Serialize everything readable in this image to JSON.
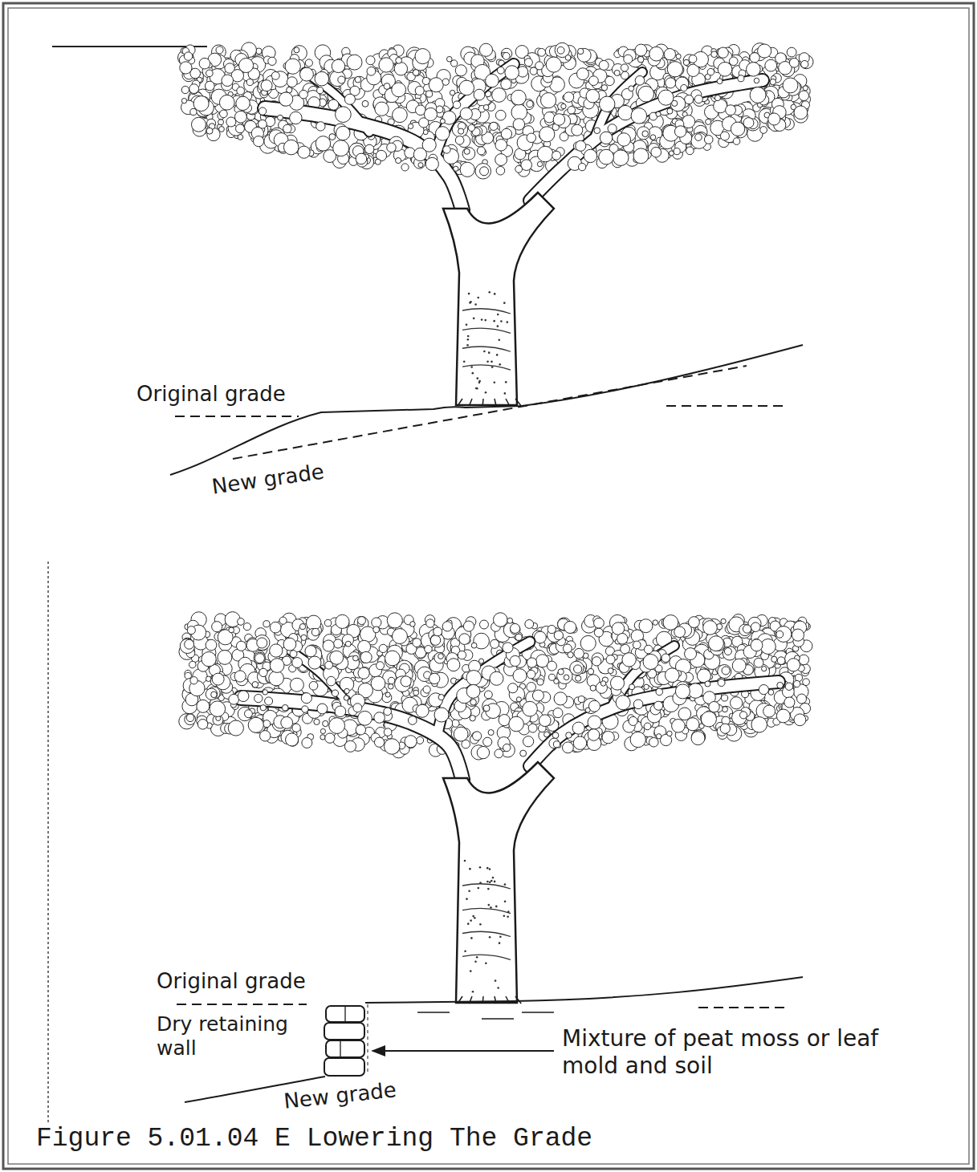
{
  "diagram": {
    "caption": "Figure 5.01.04 E Lowering The Grade",
    "labels": [
      "Original grade",
      "New grade",
      "Original grade",
      "Dry retaining wall",
      "Mixture of peat moss or leaf mold and soil",
      "New grade"
    ]
  }
}
